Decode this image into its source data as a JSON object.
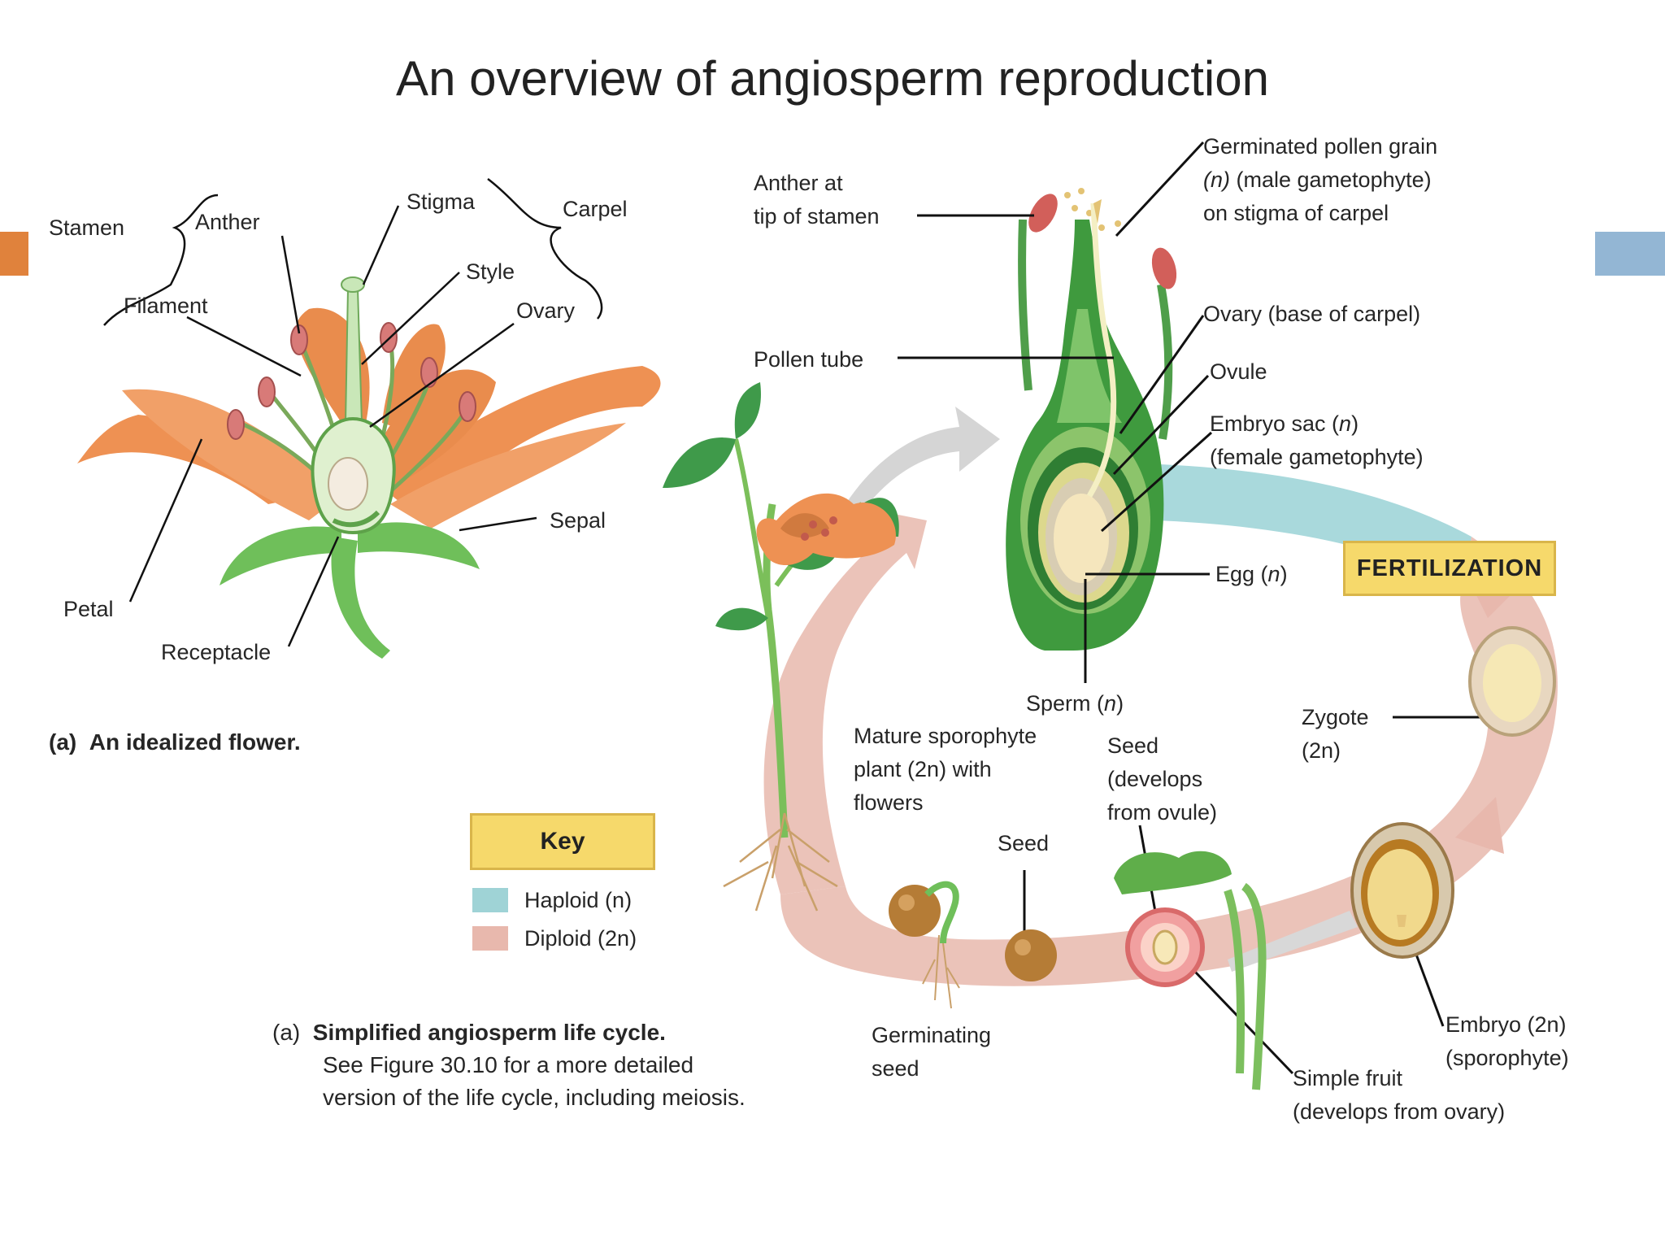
{
  "title": "An overview of angiosperm reproduction",
  "flower_labels": {
    "stamen": "Stamen",
    "anther": "Anther",
    "filament": "Filament",
    "stigma": "Stigma",
    "carpel": "Carpel",
    "style": "Style",
    "ovary": "Ovary",
    "petal": "Petal",
    "sepal": "Sepal",
    "receptacle": "Receptacle"
  },
  "flower_caption": {
    "letter": "(a)",
    "text": "An idealized flower."
  },
  "cycle_labels": {
    "anther_line1": "Anther at",
    "anther_line2": "tip of stamen",
    "pollen_line1": "Germinated pollen grain",
    "pollen_n": "(n)",
    "pollen_line2_rest": " (male gametophyte)",
    "pollen_line3": "on stigma of carpel",
    "pollen_tube": "Pollen tube",
    "ovary_base": "Ovary (base of carpel)",
    "ovule": "Ovule",
    "embryo_sac": "Embryo sac (",
    "embryo_sac_n": "n",
    "embryo_sac_close": ")",
    "embryo_sac_line2": "(female gametophyte)",
    "egg": "Egg (",
    "egg_n": "n",
    "egg_close": ")",
    "fertilization": "FERTILIZATION",
    "sperm": "Sperm (",
    "sperm_n": "n",
    "sperm_close": ")",
    "zygote": "Zygote",
    "zygote_2n": "(2n)",
    "mature_line1": "Mature sporophyte",
    "mature_line2": "plant (2n) with",
    "mature_line3": "flowers",
    "seed_top_line1": "Seed",
    "seed_top_line2": "(develops",
    "seed_top_line3": "from ovule)",
    "seed": "Seed",
    "germ_line1": "Germinating",
    "germ_line2": "seed",
    "embryo_line1": "Embryo (2n)",
    "embryo_line2": "(sporophyte)",
    "fruit_line1": "Simple fruit",
    "fruit_line2": "(develops from ovary)"
  },
  "key": {
    "title": "Key",
    "haploid": "Haploid (n)",
    "diploid": "Diploid (2n)",
    "haploid_color": "#9fd3d6",
    "diploid_color": "#e8b8ad"
  },
  "cycle_caption": {
    "letter": "(a)",
    "bold": "Simplified angiosperm life cycle.",
    "line2": "See Figure 30.10 for a more detailed",
    "line3": "version of the life cycle, including meiosis."
  }
}
